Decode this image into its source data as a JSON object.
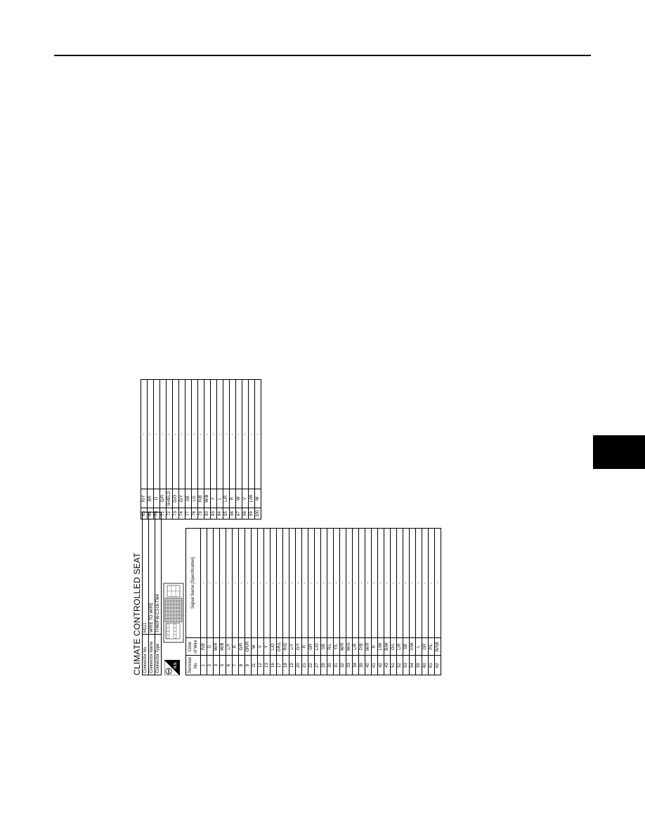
{
  "page": {
    "title": "CLIMATE CONTROLLED SEAT"
  },
  "connector": {
    "no_label": "Connector No.",
    "no_value": "M111",
    "name_label": "Connector Name",
    "name_value": "WIRE TO WIRE",
    "type_label": "Connector Type",
    "type_value": "TH80FW-CS16-TM4",
    "badge": "H.S."
  },
  "table_headers": {
    "terminal": "Terminal No.",
    "color": "Color of Wire",
    "signal": "Signal Name [Specification]"
  },
  "main_rows": [
    {
      "t": "1",
      "c": "R/B",
      "s": "-"
    },
    {
      "t": "2",
      "c": "G",
      "s": "-"
    },
    {
      "t": "3",
      "c": "W/R",
      "s": "-"
    },
    {
      "t": "5",
      "c": "W/B",
      "s": "-"
    },
    {
      "t": "6",
      "c": "L/Y",
      "s": "-"
    },
    {
      "t": "7",
      "c": "R",
      "s": "-"
    },
    {
      "t": "8",
      "c": "G/R",
      "s": "-"
    },
    {
      "t": "9",
      "c": "GR/R",
      "s": "-"
    },
    {
      "t": "11",
      "c": "W",
      "s": "-"
    },
    {
      "t": "12",
      "c": "V",
      "s": "-"
    },
    {
      "t": "13",
      "c": "Y",
      "s": "-"
    },
    {
      "t": "16",
      "c": "L/O",
      "s": "-"
    },
    {
      "t": "17",
      "c": "GR/L",
      "s": "-"
    },
    {
      "t": "18",
      "c": "R/G",
      "s": "-"
    },
    {
      "t": "19",
      "c": "L/Y",
      "s": "-"
    },
    {
      "t": "20",
      "c": "G/Y",
      "s": "-"
    },
    {
      "t": "21",
      "c": "R",
      "s": "-"
    },
    {
      "t": "22",
      "c": "GR",
      "s": "-"
    },
    {
      "t": "27",
      "c": "L/O",
      "s": "-"
    },
    {
      "t": "29",
      "c": "SB",
      "s": "-"
    },
    {
      "t": "30",
      "c": "R/L",
      "s": "-"
    },
    {
      "t": "31",
      "c": "Y/L",
      "s": "-"
    },
    {
      "t": "32",
      "c": "W/R",
      "s": "-"
    },
    {
      "t": "33",
      "c": "W/G",
      "s": "-"
    },
    {
      "t": "34",
      "c": "L/R",
      "s": "-"
    },
    {
      "t": "39",
      "c": "P/B",
      "s": "-"
    },
    {
      "t": "40",
      "c": "W/R",
      "s": "-"
    },
    {
      "t": "41",
      "c": "R",
      "s": "-"
    },
    {
      "t": "42",
      "c": "L/W",
      "s": "-"
    },
    {
      "t": "43",
      "c": "B/W",
      "s": "-"
    },
    {
      "t": "51",
      "c": "O/L",
      "s": "-"
    },
    {
      "t": "52",
      "c": "L/R",
      "s": "-"
    },
    {
      "t": "53",
      "c": "SB",
      "s": "-"
    },
    {
      "t": "54",
      "c": "V/W",
      "s": "-"
    },
    {
      "t": "59",
      "c": "L",
      "s": "-"
    },
    {
      "t": "60",
      "c": "GR",
      "s": "-"
    },
    {
      "t": "61",
      "c": "P/L",
      "s": "-"
    },
    {
      "t": "62",
      "c": "B/SB",
      "s": "-"
    }
  ],
  "upper_rows": [
    {
      "t": "63",
      "c": "R/Y",
      "s": "-"
    },
    {
      "t": "64",
      "c": "BR",
      "s": "-"
    },
    {
      "t": "70",
      "c": "O",
      "s": "-"
    },
    {
      "t": "71",
      "c": "G/R",
      "s": "-"
    },
    {
      "t": "72",
      "c": "SHIELD",
      "s": "-"
    },
    {
      "t": "73",
      "c": "G/O",
      "s": "-"
    },
    {
      "t": "74",
      "c": "G/Y",
      "s": "-"
    },
    {
      "t": "77",
      "c": "SB",
      "s": "-"
    },
    {
      "t": "78",
      "c": "LG",
      "s": "-"
    },
    {
      "t": "79",
      "c": "R/B",
      "s": "-"
    },
    {
      "t": "90",
      "c": "W/B",
      "s": "-"
    },
    {
      "t": "93",
      "c": "Y",
      "s": "-"
    },
    {
      "t": "94",
      "c": "L",
      "s": "-"
    },
    {
      "t": "95",
      "c": "L/R",
      "s": "-"
    },
    {
      "t": "96",
      "c": "R",
      "s": "-"
    },
    {
      "t": "97",
      "c": "W",
      "s": "-"
    },
    {
      "t": "98",
      "c": "V",
      "s": "-"
    },
    {
      "t": "99",
      "c": "L/W",
      "s": "-"
    },
    {
      "t": "100",
      "c": "W",
      "s": "-"
    }
  ]
}
